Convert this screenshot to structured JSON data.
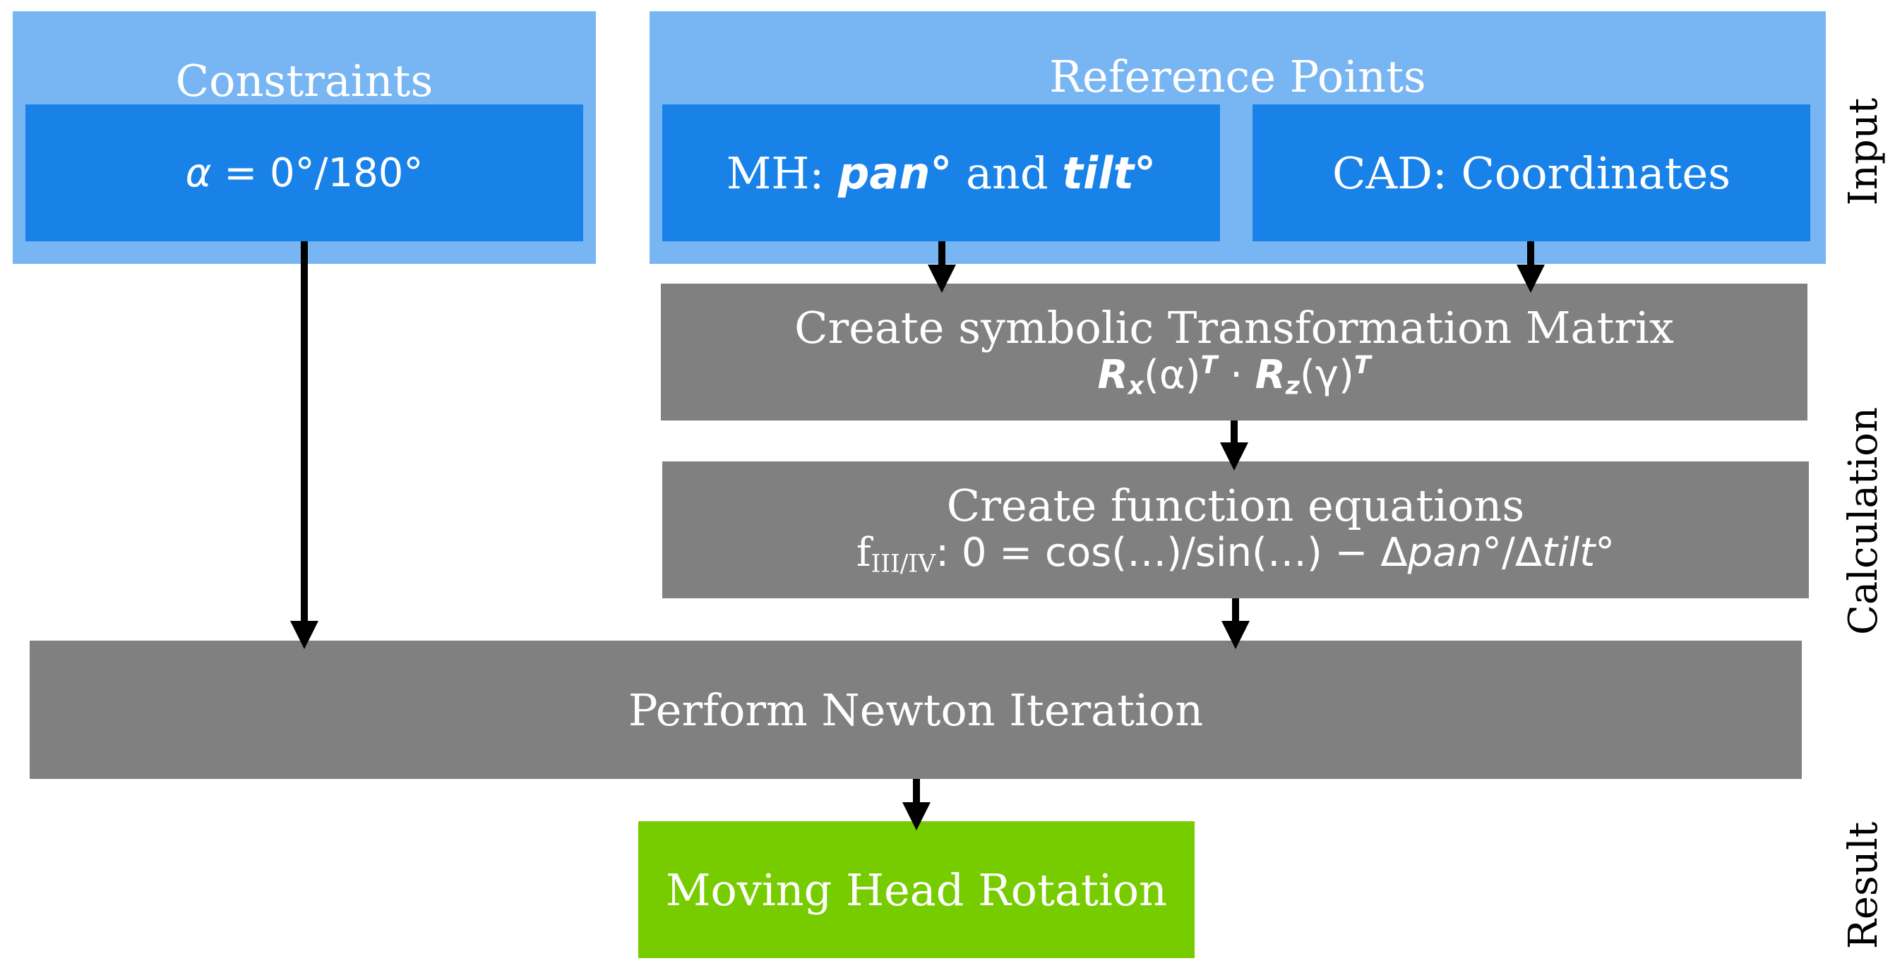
{
  "input": {
    "constraints": {
      "title": "Constraints",
      "formula_lhs": "α",
      "formula_rhs": " = 0°/180°"
    },
    "reference_points": {
      "title": "Reference Points",
      "mh": {
        "prefix": "MH: ",
        "pan": "pan",
        "deg1": "°",
        "and": " and ",
        "tilt": "tilt",
        "deg2": "°"
      },
      "cad": "CAD: Coordinates"
    }
  },
  "calculation": {
    "transformation": {
      "title": "Create symbolic Transformation Matrix",
      "rx": "R",
      "rx_sub": "x",
      "rx_arg": "(α)",
      "rx_sup": "T",
      "dot": " · ",
      "rz": "R",
      "rz_sub": "z",
      "rz_arg": "(γ)",
      "rz_sup": "T"
    },
    "function_equations": {
      "title": "Create function equations",
      "f": "f",
      "f_sub": "III/IV",
      "body": ": 0 = cos(…)/sin(…) − Δ",
      "pan": "pan",
      "deg1": "°/Δ",
      "tilt": "tilt",
      "deg2": "°"
    },
    "newton": "Perform Newton Iteration"
  },
  "result": {
    "label": "Moving Head Rotation"
  },
  "side_labels": {
    "input": "Input",
    "calculation": "Calculation",
    "result": "Result"
  },
  "colors": {
    "light_blue": "#78b5f3",
    "blue": "#1982e8",
    "gray": "#808080",
    "green": "#77cc00",
    "arrow": "#000000"
  }
}
